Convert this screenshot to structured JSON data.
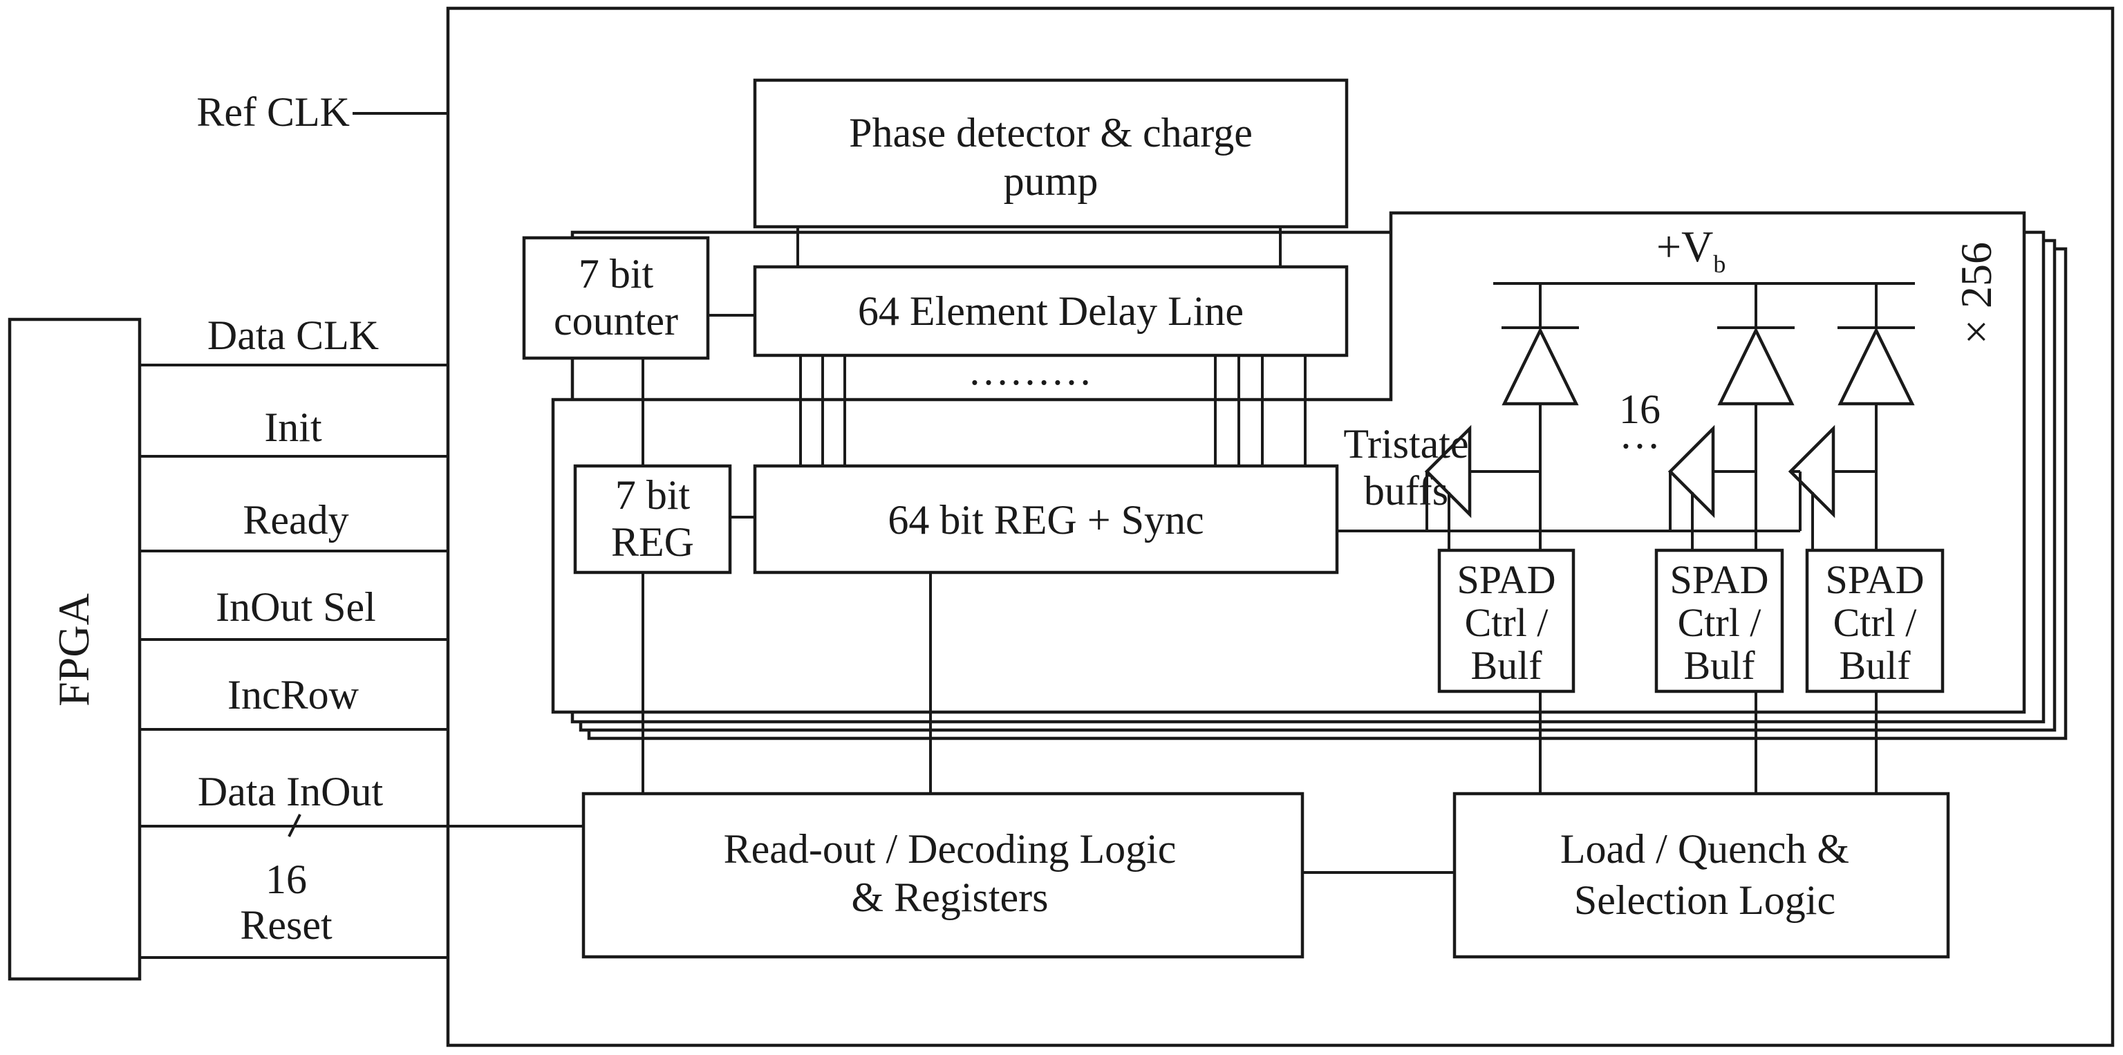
{
  "fpga": {
    "label": "FPGA",
    "signals": {
      "ref_clk": "Ref CLK",
      "data_clk": "Data CLK",
      "init": "Init",
      "ready": "Ready",
      "inout_sel": "InOut Sel",
      "incrow": "IncRow",
      "data_inout": "Data InOut",
      "bus_width": "16",
      "reset": "Reset"
    }
  },
  "blocks": {
    "phase_detector": {
      "line1": "Phase detector & charge",
      "line2": "pump"
    },
    "counter": {
      "line1": "7 bit",
      "line2": "counter"
    },
    "delay_line": {
      "label": "64 Element Delay Line"
    },
    "delay_dots": "………",
    "reg7": {
      "line1": "7 bit",
      "line2": "REG"
    },
    "reg64": {
      "label": "64 bit REG + Sync"
    },
    "readout": {
      "line1": "Read-out / Decoding Logic",
      "line2": "& Registers"
    },
    "load_quench": {
      "line1": "Load / Quench &",
      "line2": "Selection Logic"
    }
  },
  "pixel_array": {
    "supply_main": "+V",
    "supply_sub": "b",
    "count": "× 256",
    "spad_count": "16",
    "spad_dots": "…",
    "tristate": {
      "line1": "Tristate",
      "line2": "buffs"
    },
    "spad_ctrl": {
      "line1": "SPAD",
      "line2": "Ctrl /",
      "line3": "Bulf"
    }
  }
}
